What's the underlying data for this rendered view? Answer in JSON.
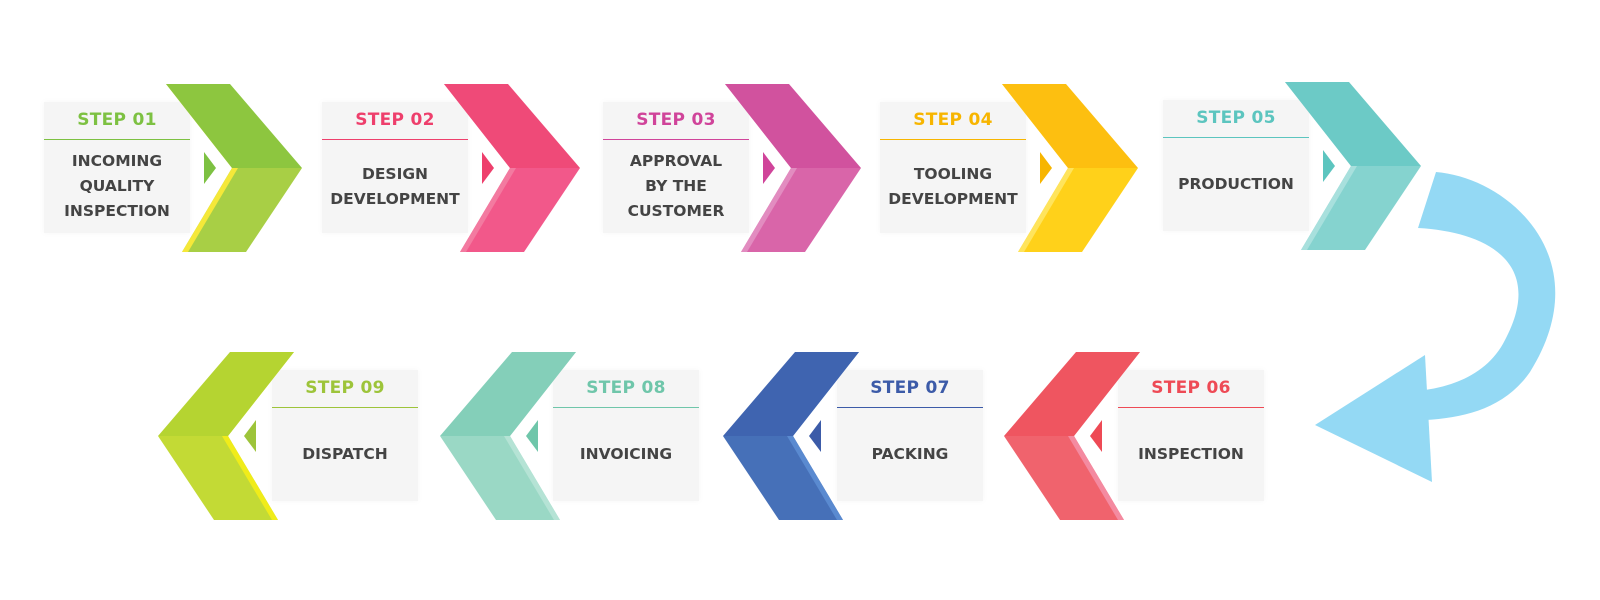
{
  "steps": [
    {
      "label": "STEP 01",
      "lines": [
        "INCOMING",
        "QUALITY",
        "INSPECTION"
      ],
      "color": "#7dc142",
      "top": "#8dc63f",
      "bottom": "#a8cf45",
      "accent": "#f5e839"
    },
    {
      "label": "STEP 02",
      "lines": [
        "DESIGN",
        "DEVELOPMENT"
      ],
      "color": "#ee3f6c",
      "top": "#ef4a78",
      "bottom": "#f2588a",
      "accent": "#f37aa0"
    },
    {
      "label": "STEP 03",
      "lines": [
        "APPROVAL",
        "BY THE",
        "CUSTOMER"
      ],
      "color": "#d0449a",
      "top": "#d1529e",
      "bottom": "#d965a9",
      "accent": "#e28cc0"
    },
    {
      "label": "STEP 04",
      "lines": [
        "TOOLING",
        "DEVELOPMENT"
      ],
      "color": "#f7b500",
      "top": "#fdbf10",
      "bottom": "#ffd11a",
      "accent": "#ffe45c"
    },
    {
      "label": "STEP 05",
      "lines": [
        "PRODUCTION"
      ],
      "color": "#5cc5bf",
      "top": "#6ccac6",
      "bottom": "#85d3cf",
      "accent": "#a8e0dd"
    },
    {
      "label": "STEP 06",
      "lines": [
        "INSPECTION"
      ],
      "color": "#ee4a55",
      "top": "#ef5560",
      "bottom": "#f0636d",
      "accent": "#f48aa0"
    },
    {
      "label": "STEP 07",
      "lines": [
        "PACKING"
      ],
      "color": "#3c5ba8",
      "top": "#3f64b0",
      "bottom": "#4670b8",
      "accent": "#5a8ad0"
    },
    {
      "label": "STEP 08",
      "lines": [
        "INVOICING"
      ],
      "color": "#6fc6aa",
      "top": "#84cfb9",
      "bottom": "#9ad8c5",
      "accent": "#b5e3d5"
    },
    {
      "label": "STEP 09",
      "lines": [
        "DISPATCH"
      ],
      "color": "#9dc43a",
      "top": "#b5d431",
      "bottom": "#c3da35",
      "accent": "#f0ec1a"
    }
  ],
  "connector_color": "#94d9f4"
}
